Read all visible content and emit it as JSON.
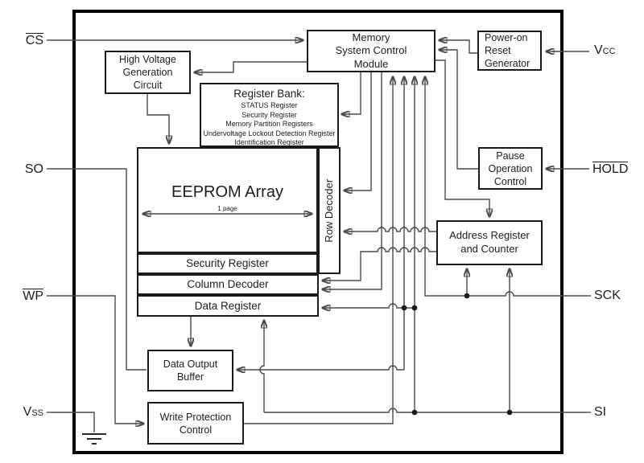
{
  "colors": {
    "background": "#ffffff",
    "wire": "#4a4a4a",
    "box_border": "#1a1a1a",
    "text": "#1d1d1d"
  },
  "pins": {
    "cs": "CS",
    "so": "SO",
    "wp": "WP",
    "vss_base": "V",
    "vss_sub": "SS",
    "vcc_base": "V",
    "vcc_sub": "CC",
    "hold": "HOLD",
    "sck": "SCK",
    "si": "SI"
  },
  "blocks": {
    "memory_system_control": "Memory\nSystem Control\nModule",
    "power_on_reset": "Power-on\nReset\nGenerator",
    "high_voltage": "High Voltage\nGeneration\nCircuit",
    "pause_operation": "Pause\nOperation\nControl",
    "address_register": "Address Register\nand Counter",
    "data_output_buffer": "Data Output\nBuffer",
    "write_protection": "Write Protection\nControl",
    "eeprom_array": "EEPROM Array",
    "page_label": "1 page",
    "row_decoder": "Row Decoder",
    "security_register": "Security Register",
    "column_decoder": "Column Decoder",
    "data_register": "Data Register"
  },
  "register_bank": {
    "title": "Register Bank:",
    "items": [
      "STATUS Register",
      "Security Register",
      "Memory Partition Registers",
      "Undervoltage Lockout Detection Register",
      "Identification Register"
    ]
  }
}
